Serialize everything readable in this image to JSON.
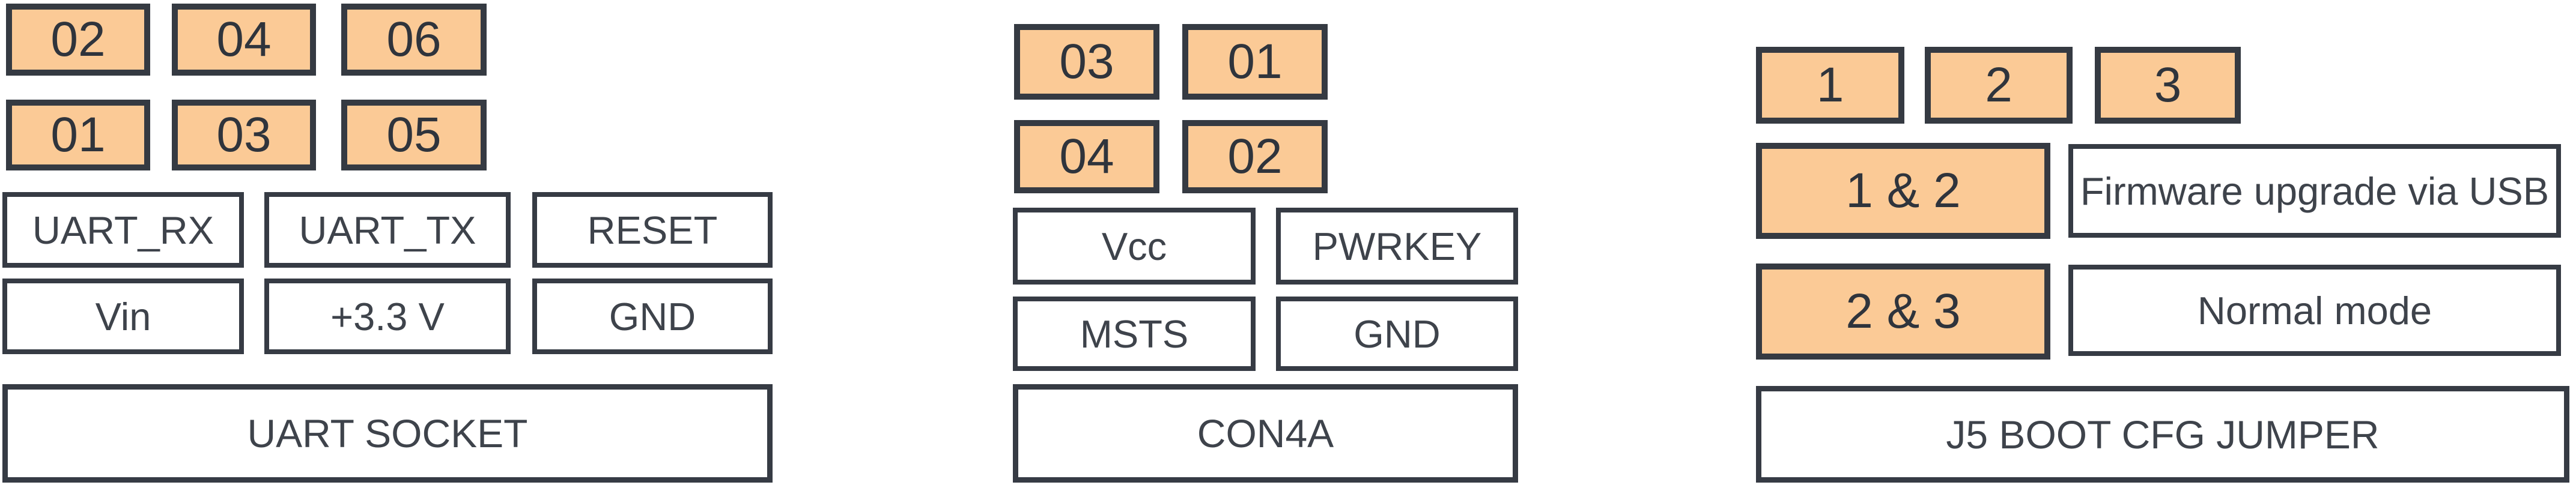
{
  "colors": {
    "background": "#FFFFFF",
    "pin_fill": "#FBCA96",
    "outline": "#363B44",
    "pin_text": "#2F343C",
    "label_text": "#3E434B"
  },
  "groups": {
    "uart_socket": {
      "title": "UART SOCKET",
      "pin_row_top": [
        "02",
        "04",
        "06"
      ],
      "pin_row_bottom": [
        "01",
        "03",
        "05"
      ],
      "signal_row_top": [
        "UART_RX",
        "UART_TX",
        "RESET"
      ],
      "signal_row_bottom": [
        "Vin",
        "+3.3 V",
        "GND"
      ]
    },
    "con4a": {
      "title": "CON4A",
      "pin_row_top": [
        "03",
        "01"
      ],
      "pin_row_bottom": [
        "04",
        "02"
      ],
      "signal_row_top": [
        "Vcc",
        "PWRKEY"
      ],
      "signal_row_bottom": [
        "MSTS",
        "GND"
      ]
    },
    "j5_boot_cfg_jumper": {
      "title": "J5 BOOT CFG JUMPER",
      "pins": [
        "1",
        "2",
        "3"
      ],
      "jumper_settings": [
        {
          "pins_bridged": "1 & 2",
          "mode": "Firmware upgrade via USB"
        },
        {
          "pins_bridged": "2 & 3",
          "mode": "Normal mode"
        }
      ]
    }
  }
}
